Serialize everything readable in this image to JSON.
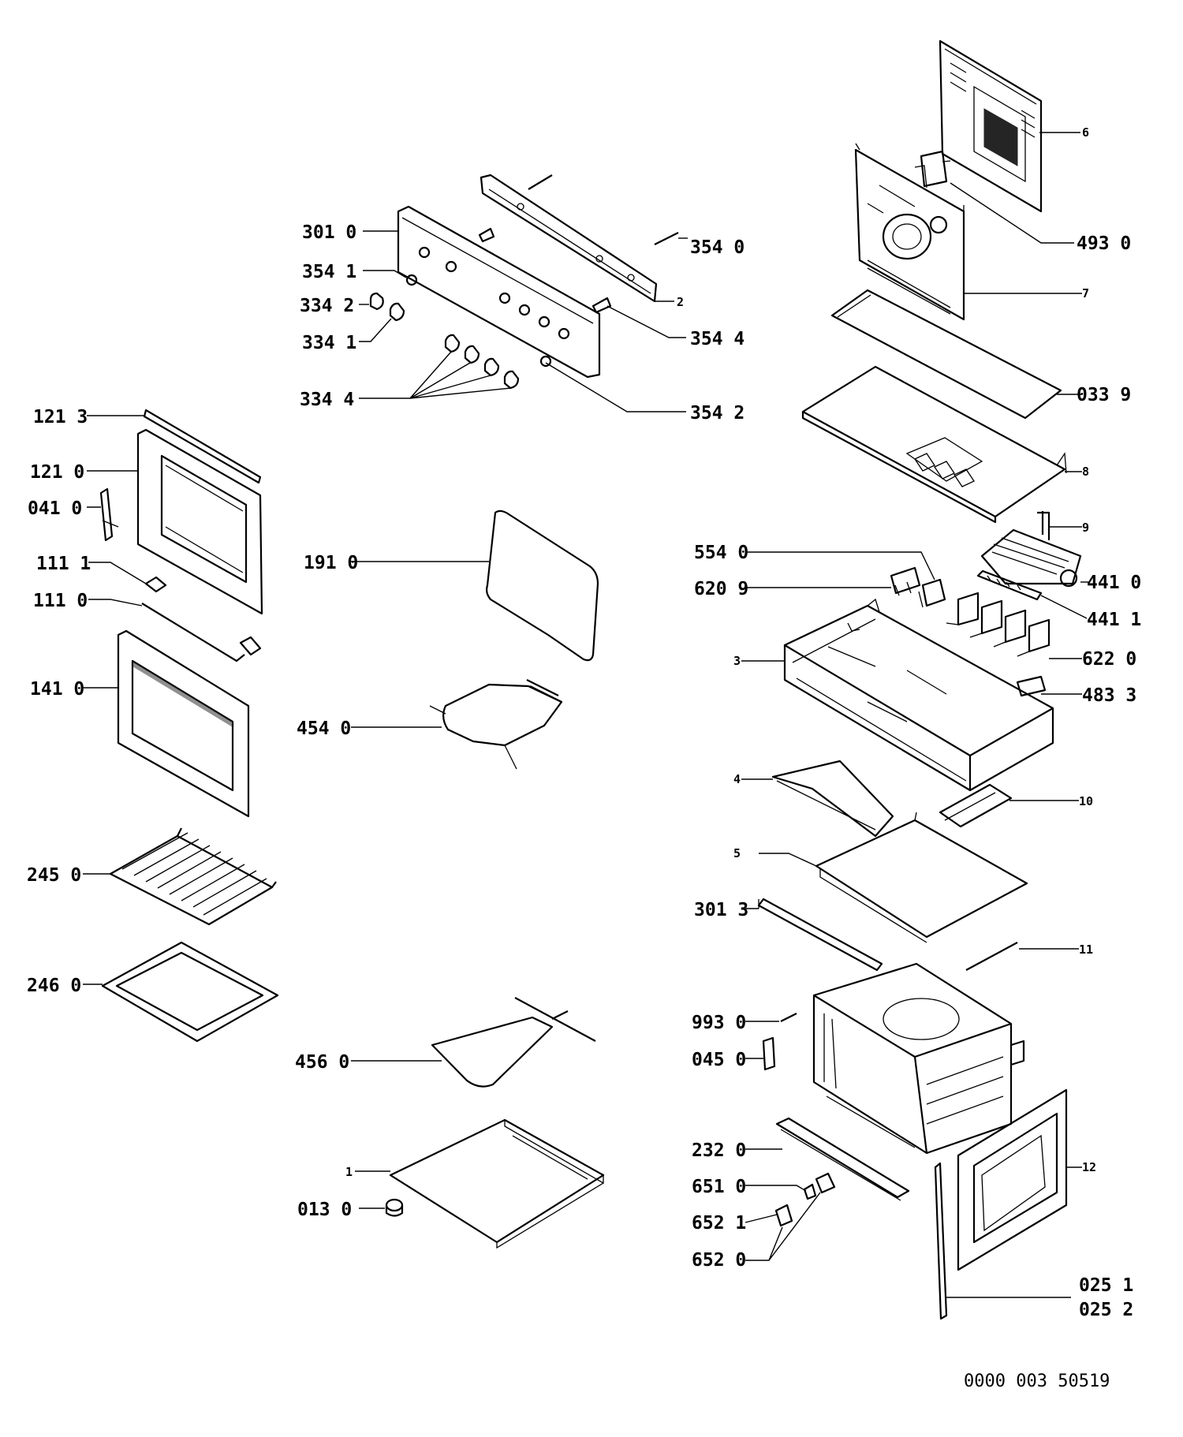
{
  "diagram": {
    "document_number": "0000 003 50519",
    "parts": [
      {
        "id": "p6",
        "label": "6"
      },
      {
        "id": "p4930",
        "label": "493 0"
      },
      {
        "id": "p7",
        "label": "7"
      },
      {
        "id": "p0339",
        "label": "033 9"
      },
      {
        "id": "p8",
        "label": "8"
      },
      {
        "id": "p9",
        "label": "9"
      },
      {
        "id": "p4410",
        "label": "441 0"
      },
      {
        "id": "p4411",
        "label": "441 1"
      },
      {
        "id": "p6220",
        "label": "622 0"
      },
      {
        "id": "p4833",
        "label": "483 3"
      },
      {
        "id": "p5540",
        "label": "554 0"
      },
      {
        "id": "p6209",
        "label": "620 9"
      },
      {
        "id": "p3",
        "label": "3"
      },
      {
        "id": "p4",
        "label": "4"
      },
      {
        "id": "p10",
        "label": "10"
      },
      {
        "id": "p5",
        "label": "5"
      },
      {
        "id": "p3013",
        "label": "301 3"
      },
      {
        "id": "p11",
        "label": "11"
      },
      {
        "id": "p9930",
        "label": "993 0"
      },
      {
        "id": "p0450",
        "label": "045 0"
      },
      {
        "id": "p2320",
        "label": "232 0"
      },
      {
        "id": "p6510",
        "label": "651 0"
      },
      {
        "id": "p6521",
        "label": "652 1"
      },
      {
        "id": "p6520",
        "label": "652 0"
      },
      {
        "id": "p12",
        "label": "12"
      },
      {
        "id": "p0251",
        "label": "025 1"
      },
      {
        "id": "p0252",
        "label": "025 2"
      },
      {
        "id": "p3010",
        "label": "301 0"
      },
      {
        "id": "p3541",
        "label": "354 1"
      },
      {
        "id": "p3342",
        "label": "334 2"
      },
      {
        "id": "p3341",
        "label": "334 1"
      },
      {
        "id": "p3344",
        "label": "334 4"
      },
      {
        "id": "p3540",
        "label": "354 0"
      },
      {
        "id": "p2",
        "label": "2"
      },
      {
        "id": "p3544",
        "label": "354 4"
      },
      {
        "id": "p3542",
        "label": "354 2"
      },
      {
        "id": "p1213",
        "label": "121 3"
      },
      {
        "id": "p1210",
        "label": "121 0"
      },
      {
        "id": "p0410",
        "label": "041 0"
      },
      {
        "id": "p1111",
        "label": "111 1"
      },
      {
        "id": "p1110",
        "label": "111 0"
      },
      {
        "id": "p1410",
        "label": "141 0"
      },
      {
        "id": "p2450",
        "label": "245 0"
      },
      {
        "id": "p2460",
        "label": "246 0"
      },
      {
        "id": "p1910",
        "label": "191 0"
      },
      {
        "id": "p4540",
        "label": "454 0"
      },
      {
        "id": "p4560",
        "label": "456 0"
      },
      {
        "id": "p1",
        "label": "1"
      },
      {
        "id": "p0130",
        "label": "013 0"
      }
    ]
  }
}
